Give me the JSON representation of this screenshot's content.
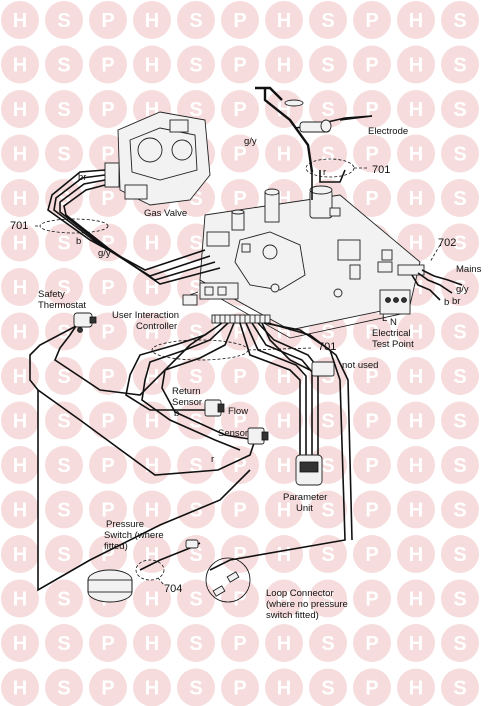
{
  "watermark": {
    "letters": [
      "H",
      "S",
      "P"
    ]
  },
  "labels": {
    "gas_valve": "Gas Valve",
    "electrode": "Electrode",
    "gy_top": "g/y",
    "br_left": "br",
    "b_left": "b",
    "gy_left": "g/y",
    "r_top": "r",
    "safety_thermostat_1": "Safety",
    "safety_thermostat_2": "Thermostat",
    "uic_1": "User Interaction",
    "uic_2": "Controller",
    "mains": "Mains",
    "gy_right": "g/y",
    "b_right": "b",
    "br_right": "br",
    "l": "L",
    "n": "N",
    "ets_1": "Electrical",
    "ets_2": "Test Point",
    "not_used": "not used",
    "return_sensor_1": "Return",
    "return_sensor_2": "Sensor",
    "b_sensor": "b",
    "flow_sensor_1": "Flow",
    "flow_sensor_2": "Sensor",
    "r_sensor": "r",
    "parameter_unit_1": "Parameter",
    "parameter_unit_2": "Unit",
    "pressure_switch_1": "Pressure",
    "pressure_switch_2": "Switch (where",
    "pressure_switch_3": "fitted)",
    "loop_connector_1": "Loop Connector",
    "loop_connector_2": "(where no pressure",
    "loop_connector_3": "switch fitted)"
  },
  "refs": {
    "r701_top": "701",
    "r701_left": "701",
    "r701_mid": "701",
    "r702": "702",
    "r704": "704"
  },
  "colors": {
    "watermark": "#f6dcdc",
    "line": "#111111"
  }
}
